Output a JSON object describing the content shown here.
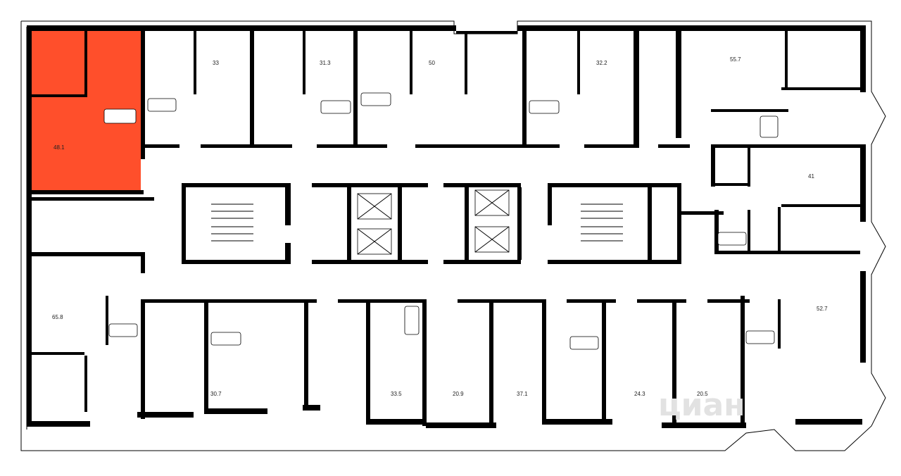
{
  "floor_plan": {
    "highlight_color": "#ff4f2b",
    "wall_color": "#000000",
    "apartments": [
      {
        "id": "apt-48-1",
        "area": "48.1",
        "selected": true
      },
      {
        "id": "apt-33",
        "area": "33",
        "selected": false
      },
      {
        "id": "apt-31-3",
        "area": "31.3",
        "selected": false
      },
      {
        "id": "apt-50",
        "area": "50",
        "selected": false
      },
      {
        "id": "apt-32-2",
        "area": "32.2",
        "selected": false
      },
      {
        "id": "apt-55-7",
        "area": "55.7",
        "selected": false
      },
      {
        "id": "apt-41",
        "area": "41",
        "selected": false
      },
      {
        "id": "apt-65-8",
        "area": "65.8",
        "selected": false
      },
      {
        "id": "apt-30-7",
        "area": "30.7",
        "selected": false
      },
      {
        "id": "apt-33-5",
        "area": "33.5",
        "selected": false
      },
      {
        "id": "apt-20-9",
        "area": "20.9",
        "selected": false
      },
      {
        "id": "apt-37-1",
        "area": "37.1",
        "selected": false
      },
      {
        "id": "apt-24-3",
        "area": "24.3",
        "selected": false
      },
      {
        "id": "apt-20-5",
        "area": "20.5",
        "selected": false
      },
      {
        "id": "apt-52-7",
        "area": "52.7",
        "selected": false
      }
    ],
    "watermark": "циан"
  }
}
